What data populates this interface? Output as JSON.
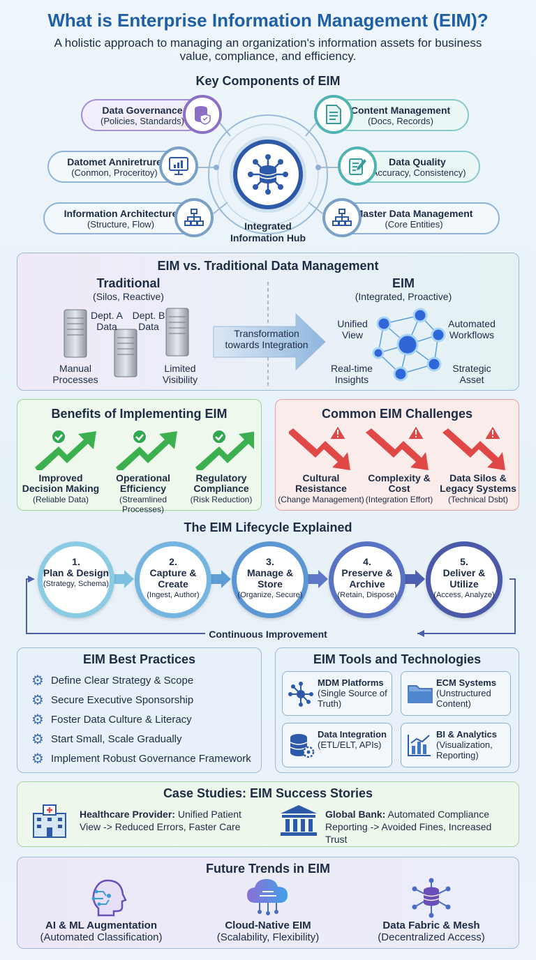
{
  "header": {
    "title": "What is Enterprise Information Management (EIM)?",
    "subtitle": "A holistic approach to managing an organization's information assets for business value, compliance, and efficiency."
  },
  "components": {
    "heading": "Key Components of EIM",
    "hub_label": "Integrated Information Hub",
    "items": [
      {
        "title": "Data Governance",
        "sub": "(Policies, Standards)",
        "icon": "database-shield-icon"
      },
      {
        "title": "Content Management",
        "sub": "(Docs, Records)",
        "icon": "document-icon"
      },
      {
        "title": "Datomet Anniretrure",
        "sub": "(Conmon, Proceritoy)",
        "icon": "monitor-chart-icon"
      },
      {
        "title": "Data Quality",
        "sub": "(Accuracy, Consistency)",
        "icon": "checklist-pen-icon"
      },
      {
        "title": "Information Architecture",
        "sub": "(Structure, Flow)",
        "icon": "hierarchy-icon"
      },
      {
        "title": "Master Data Management",
        "sub": "(Core Entities)",
        "icon": "hierarchy-icon"
      }
    ],
    "colors": {
      "governance": "#8a6fc4",
      "content": "#4fb3b0",
      "hub": "#2d5aa8"
    }
  },
  "comparison": {
    "heading": "EIM vs. Traditional Data Management",
    "traditional": {
      "title": "Traditional",
      "sub": "(Silos, Reactive)",
      "dept_a": "Dept. A Data",
      "dept_b": "Dept. B Data",
      "manual": "Manual Processes",
      "limited": "Limited Visibility"
    },
    "arrow_label": "Transformation towards Integration",
    "eim": {
      "title": "EIM",
      "sub": "(Integrated, Proactive)",
      "unified": "Unified View",
      "automated": "Automated Workflows",
      "realtime": "Real-time Insights",
      "strategic": "Strategic Asset"
    }
  },
  "benefits": {
    "heading": "Benefits of Implementing EIM",
    "color": "#2fa84f",
    "items": [
      {
        "title": "Improved Decision Making",
        "sub": "(Reliable Data)"
      },
      {
        "title": "Operational Efficiency",
        "sub": "(Streamlined Processes)"
      },
      {
        "title": "Regulatory Compliance",
        "sub": "(Risk Reduction)"
      }
    ]
  },
  "challenges": {
    "heading": "Common EIM Challenges",
    "color": "#e04848",
    "items": [
      {
        "title": "Cultural Resistance",
        "sub": "(Change Management)"
      },
      {
        "title": "Complexity & Cost",
        "sub": "(Integration Effort)"
      },
      {
        "title": "Data Silos & Legacy Systems",
        "sub": "(Technical Dsbt)"
      }
    ]
  },
  "lifecycle": {
    "heading": "The EIM Lifecycle Explained",
    "loop_label": "Continuous Improvement",
    "steps": [
      {
        "num": "1.",
        "title": "Plan & Design",
        "sub": "(Strategy, Schema)"
      },
      {
        "num": "2.",
        "title": "Capture & Create",
        "sub": "(Ingest, Author)"
      },
      {
        "num": "3.",
        "title": "Manage & Store",
        "sub": "(Organize, Secure)"
      },
      {
        "num": "4.",
        "title": "Preserve & Archive",
        "sub": "(Retain, Dispose)"
      },
      {
        "num": "5.",
        "title": "Deliver & Utilize",
        "sub": "(Access, Analyze)"
      }
    ]
  },
  "best_practices": {
    "heading": "EIM Best Practices",
    "items": [
      "Define Clear Strategy & Scope",
      "Secure Executive Sponsorship",
      "Foster Data Culture & Literacy",
      "Start Small, Scale Gradually",
      "Implement Robust Governance Framework"
    ]
  },
  "tools": {
    "heading": "EIM Tools and Technologies",
    "items": [
      {
        "title": "MDM Platforms",
        "sub": "(Single Source of Truth)",
        "icon": "network-hub-icon"
      },
      {
        "title": "ECM Systems",
        "sub": "(Unstructured Content)",
        "icon": "folder-icon"
      },
      {
        "title": "Data Integration",
        "sub": "(ETL/ELT, APIs)",
        "icon": "database-gear-icon"
      },
      {
        "title": "BI & Analytics",
        "sub": "(Visualization, Reporting)",
        "icon": "bar-chart-icon"
      }
    ]
  },
  "cases": {
    "heading": "Case Studies: EIM Success Stories",
    "healthcare": {
      "name": "Healthcare Provider:",
      "text": "Unified Patient View -> Reduced Errors, Faster Care"
    },
    "bank": {
      "name": "Global Bank:",
      "text": "Automated Compliance Reporting -> Avoided Fines, Increased Trust"
    }
  },
  "trends": {
    "heading": "Future Trends in EIM",
    "items": [
      {
        "title": "AI & ML Augmentation",
        "sub": "(Automated Classification)",
        "icon": "ai-head-icon"
      },
      {
        "title": "Cloud-Native EIM",
        "sub": "(Scalability, Flexibility)",
        "icon": "cloud-icon"
      },
      {
        "title": "Data Fabric & Mesh",
        "sub": "(Decentralized Access)",
        "icon": "database-network-icon"
      }
    ]
  }
}
